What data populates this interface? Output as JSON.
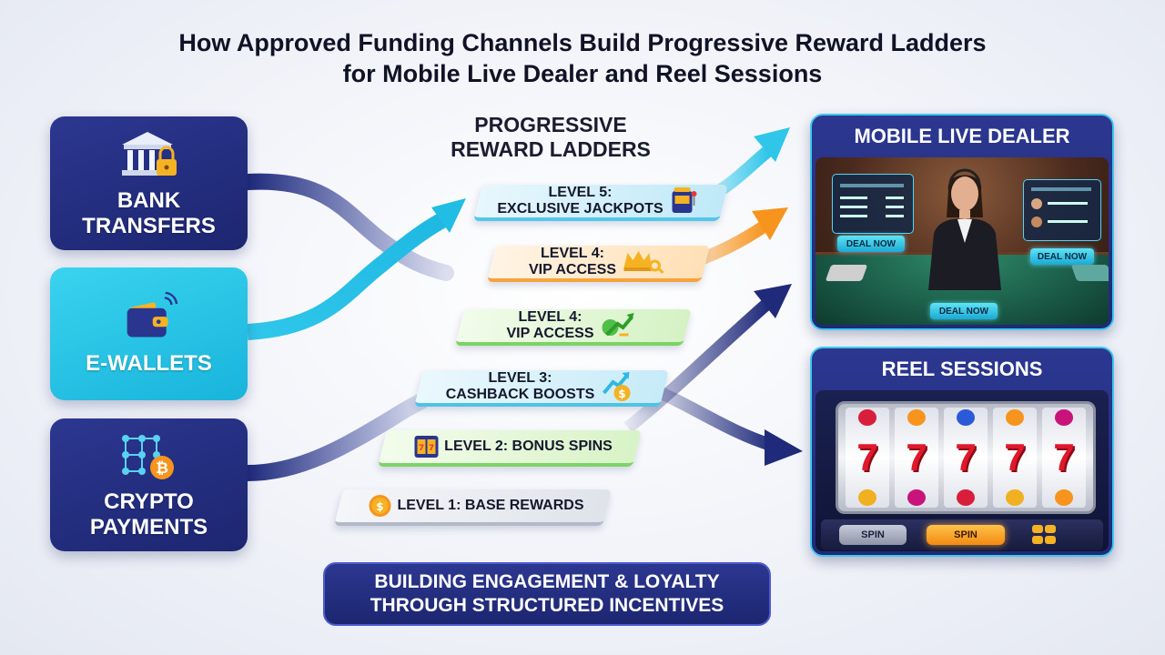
{
  "title": {
    "line1": "How Approved Funding Channels Build Progressive Reward Ladders",
    "line2": "for Mobile Live Dealer and Reel Sessions"
  },
  "channels": [
    {
      "label": "BANK\nTRANSFERS",
      "icon": "bank-lock-icon"
    },
    {
      "label": "E-WALLETS",
      "icon": "wallet-icon"
    },
    {
      "label": "CRYPTO\nPAYMENTS",
      "icon": "crypto-network-icon"
    }
  ],
  "ladder": {
    "title": "PROGRESSIVE\nREWARD LADDERS",
    "steps": [
      {
        "label": "LEVEL 5:\nEXCLUSIVE JACKPOTS",
        "icon": "slot-machine-icon"
      },
      {
        "label": "LEVEL 4:\nVIP ACCESS",
        "icon": "crown-key-icon"
      },
      {
        "label": "LEVEL 4:\nVIP ACCESS",
        "icon": "growth-arrow-icon"
      },
      {
        "label": "LEVEL 3:\nCASHBACK BOOSTS",
        "icon": "cashback-coin-icon"
      },
      {
        "label": "LEVEL 2: BONUS SPINS",
        "icon": "slot-reel-icon"
      },
      {
        "label": "LEVEL 1: BASE REWARDS",
        "icon": "coin-icon"
      }
    ]
  },
  "banner": {
    "line1": "BUILDING ENGAGEMENT & LOYALTY",
    "line2": "THROUGH STRUCTURED INCENTIVES"
  },
  "live_dealer": {
    "title": "MOBILE LIVE DEALER",
    "buttons": [
      "DEAL NOW",
      "DEAL NOW",
      "DEAL NOW"
    ]
  },
  "reels": {
    "title": "REEL SESSIONS",
    "symbol": "7",
    "buttons": [
      "SPIN",
      "SPIN"
    ]
  },
  "colors": {
    "navy": "#232e82",
    "cyan": "#2fc6ea",
    "orange": "#f7941d",
    "green": "#72d35a"
  }
}
